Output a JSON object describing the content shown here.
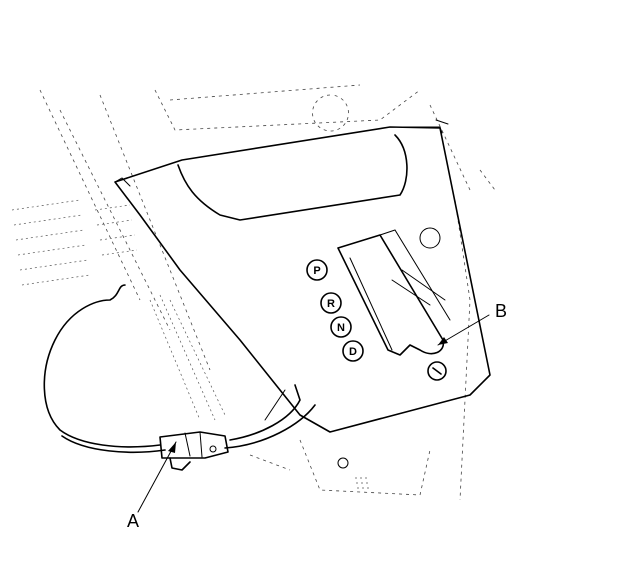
{
  "gear_positions": [
    "P",
    "R",
    "N",
    "D"
  ],
  "callouts": {
    "a": "A",
    "b": "B"
  }
}
